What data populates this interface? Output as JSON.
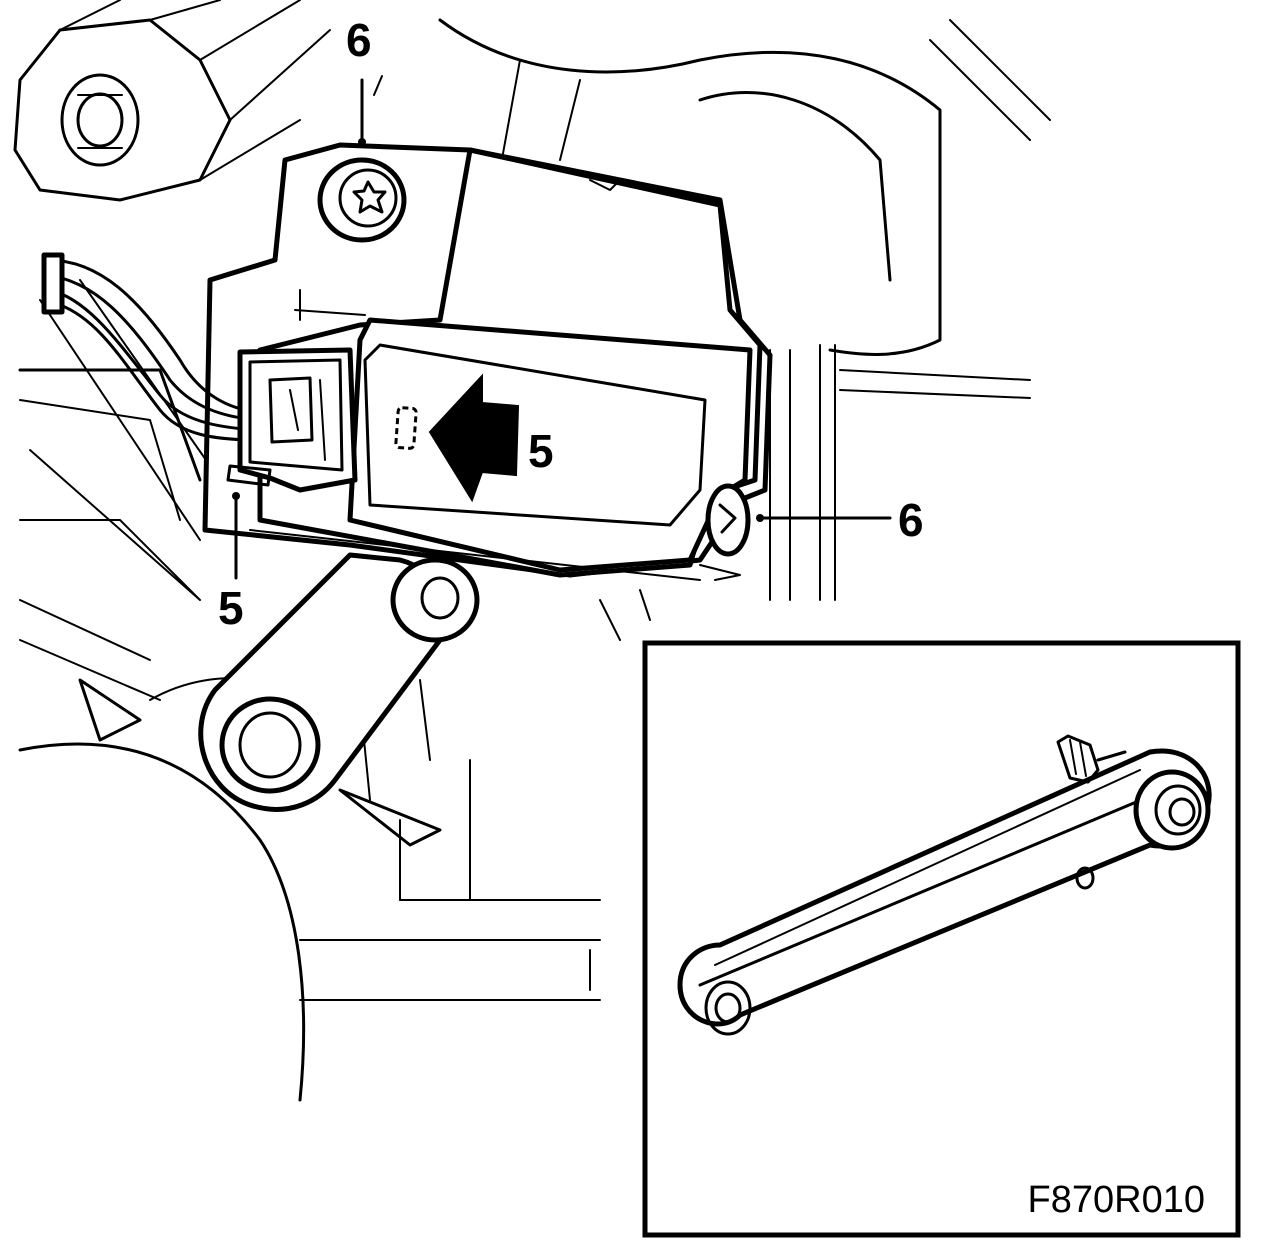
{
  "callouts": {
    "screw_top": "6",
    "screw_right": "6",
    "arrow_marker": "5",
    "connector_latch": "5"
  },
  "figure_code": "F870R010",
  "icons": {
    "connector_marker": "arrow-left-icon",
    "fastener": "torx-screw-icon"
  }
}
